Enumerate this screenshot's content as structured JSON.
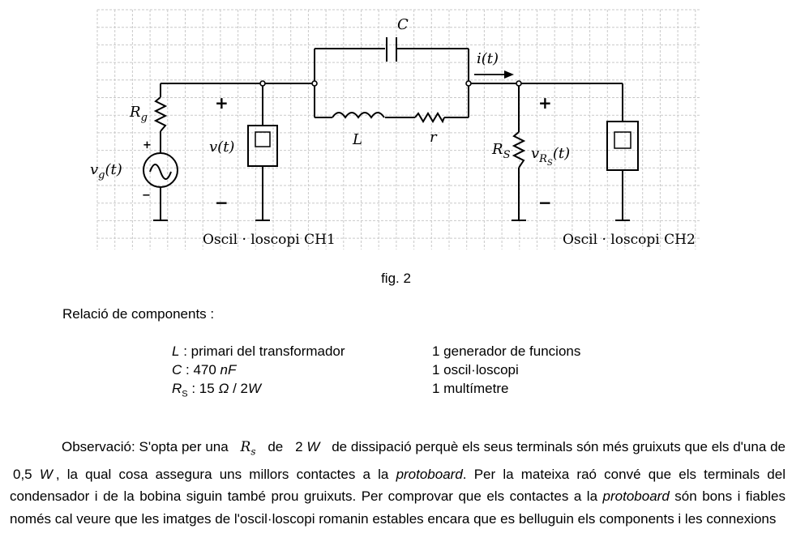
{
  "figure": {
    "caption": "fig. 2",
    "labels": {
      "capacitor": "C",
      "current": "i(t)",
      "rg": "R",
      "rg_sub": "g",
      "vg": "v",
      "vg_sub": "g",
      "vg_arg": "(t)",
      "v": "v(t)",
      "inductor": "L",
      "resistor_r": "r",
      "rs": "R",
      "rs_sub": "S",
      "vrs": "v",
      "vrs_sub": "R",
      "vrs_subsub": "S",
      "vrs_arg": "(t)",
      "plus": "+",
      "minus": "−",
      "ch1": "Oscil · loscopi CH1",
      "ch2": "Oscil · loscopi CH2"
    }
  },
  "components": {
    "title": "Relació de components :",
    "items": [
      {
        "symbol": "L",
        "sub": "",
        "text": " : primari del transformador"
      },
      {
        "symbol": "C",
        "sub": "",
        "text": " : 470 ",
        "unit": "nF"
      },
      {
        "symbol": "R",
        "sub": "S",
        "text": " : 15 ",
        "unit": "Ω",
        "rest": " / 2",
        "unit2": "W"
      }
    ],
    "equipment": [
      "1 generador de funcions",
      "1 oscil·loscopi",
      "1 multímetre"
    ]
  },
  "observation": {
    "p1": "Observació: S'opta per una",
    "rs": "R",
    "rs_sub": "s",
    "p2": "de",
    "w1_val": "2",
    "w1_unit": "W",
    "p3": "de dissipació perquè els seus terminals són més gruixuts que els d'una de",
    "w2_val": "0,5",
    "w2_unit": "W",
    "p4": ", la qual cosa assegura uns millors contactes a la",
    "protoboard": "protoboard",
    "p5": ". Per la mateixa raó convé que els terminals del condensador i de la bobina siguin també prou gruixuts. Per comprovar que els contactes a la",
    "p6": "són bons i fiables només cal veure que les imatges de l'oscil·loscopi romanin estables encara que es belluguin els components i les connexions"
  }
}
